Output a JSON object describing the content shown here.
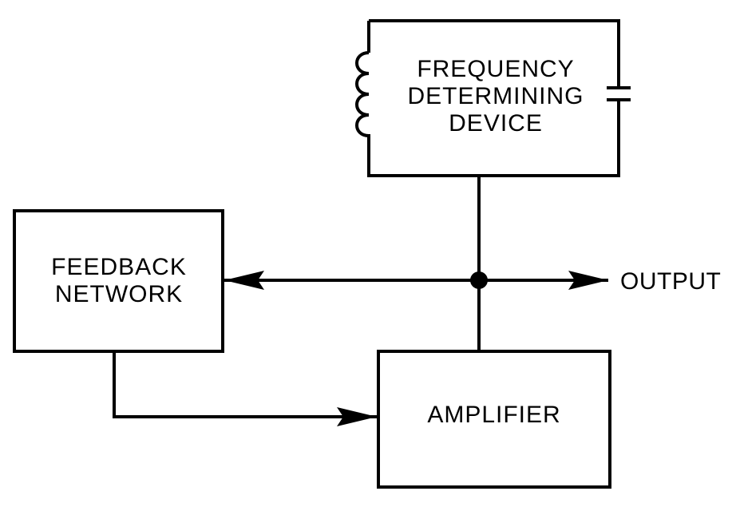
{
  "blocks": {
    "frequency_device": {
      "lines": [
        "FREQUENCY",
        "DETERMINING",
        "DEVICE"
      ]
    },
    "feedback_network": {
      "lines": [
        "FEEDBACK",
        "NETWORK"
      ]
    },
    "amplifier": {
      "label": "AMPLIFIER"
    }
  },
  "output_label": "OUTPUT",
  "icons": {
    "inductor": "inductor-icon",
    "capacitor": "capacitor-icon",
    "junction": "junction-dot-icon"
  },
  "colors": {
    "line": "#000000",
    "background": "#ffffff"
  }
}
